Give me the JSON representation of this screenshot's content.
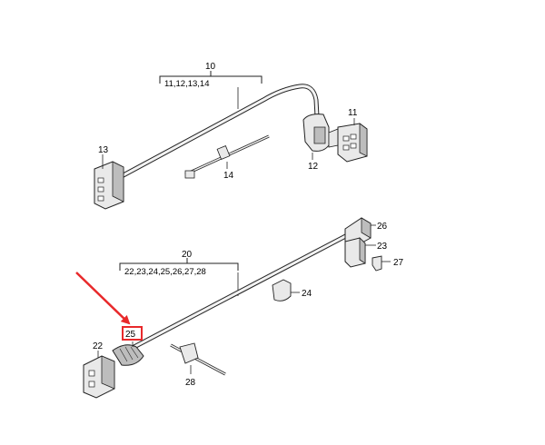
{
  "upper_assembly": {
    "main_label": "10",
    "group_label": "11,12,13,14",
    "parts": {
      "p11": "11",
      "p12": "12",
      "p13": "13",
      "p14": "14"
    }
  },
  "lower_assembly": {
    "main_label": "20",
    "group_label": "22,23,24,25,26,27,28",
    "parts": {
      "p22": "22",
      "p23": "23",
      "p24": "24",
      "p25": "25",
      "p26": "26",
      "p27": "27",
      "p28": "28"
    }
  },
  "highlight": {
    "part": "25",
    "color": "#e8292b"
  },
  "colors": {
    "line": "#222222",
    "part_fill": "#e9e9e9",
    "part_shade": "#bdbdbd",
    "arrow": "#e8292b"
  }
}
